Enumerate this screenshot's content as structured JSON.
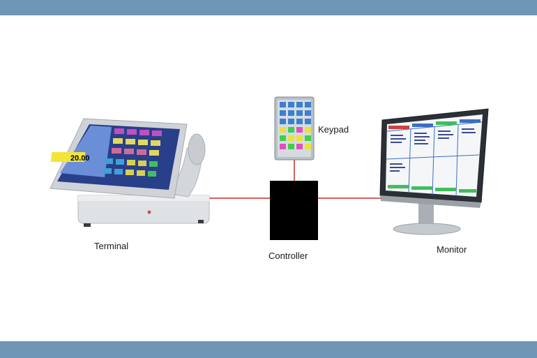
{
  "nodes": {
    "terminal": {
      "label": "Terminal",
      "screen_amount": "20.00"
    },
    "controller": {
      "label": "Controller"
    },
    "keypad": {
      "label": "Keypad"
    },
    "monitor": {
      "label": "Monitor"
    }
  },
  "colors": {
    "band": "#6f97b5",
    "connector": "#cc2a2a",
    "controller": "#000000"
  }
}
